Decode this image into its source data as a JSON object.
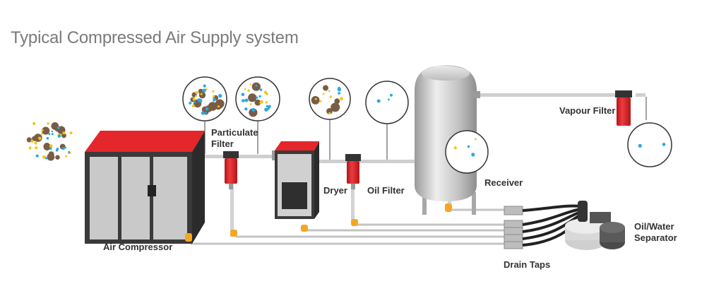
{
  "title": "Typical Compressed Air Supply system",
  "labels": {
    "air_compressor": "Air Compressor",
    "particulate_filter_line1": "Particulate",
    "particulate_filter_line2": "Filter",
    "dryer": "Dryer",
    "oil_filter": "Oil Filter",
    "receiver": "Receiver",
    "vapour_filter": "Vapour Filter",
    "separator_line1": "Oil/Water",
    "separator_line2": "Separator",
    "drain_taps": "Drain Taps"
  },
  "colors": {
    "equipment_red": "#e5262a",
    "pipe_grey": "#c8c8c8",
    "drain_orange": "#f5a623",
    "particle_brown": "#7a5c45",
    "particle_yellow": "#f0c419",
    "particle_blue": "#29a9e0",
    "text_grey": "#7a7a7a"
  }
}
